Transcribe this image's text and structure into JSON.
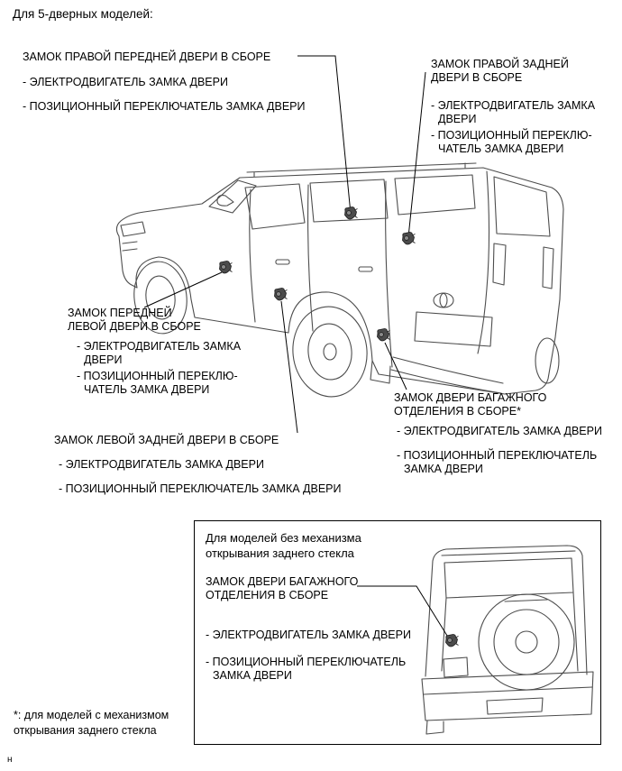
{
  "page": {
    "heading": "Для 5-дверных моделей:",
    "footnote": "*: для моделей с механизмом\nоткрывания заднего стекла",
    "corner_mark": "н"
  },
  "callouts": {
    "front_right_door": {
      "title": "ЗАМОК ПРАВОЙ ПЕРЕДНЕЙ ДВЕРИ В СБОРЕ",
      "items": [
        "- ЭЛЕКТРОДВИГАТЕЛЬ ЗАМКА ДВЕРИ",
        "- ПОЗИЦИОННЫЙ ПЕРЕКЛЮЧАТЕЛЬ ЗАМКА ДВЕРИ"
      ]
    },
    "rear_right_door": {
      "title": "ЗАМОК ПРАВОЙ ЗАДНЕЙ\nДВЕРИ В СБОРЕ",
      "items": [
        "- ЭЛЕКТРОДВИГАТЕЛЬ ЗАМКА\nДВЕРИ",
        "- ПОЗИЦИОННЫЙ ПЕРЕКЛЮ-\nЧАТЕЛЬ ЗАМКА ДВЕРИ"
      ]
    },
    "front_left_door": {
      "title": "ЗАМОК ПЕРЕДНЕЙ\nЛЕВОЙ ДВЕРИ В СБОРЕ",
      "items": [
        "- ЭЛЕКТРОДВИГАТЕЛЬ ЗАМКА\nДВЕРИ",
        "- ПОЗИЦИОННЫЙ ПЕРЕКЛЮ-\nЧАТЕЛЬ ЗАМКА ДВЕРИ"
      ]
    },
    "rear_left_door": {
      "title": "ЗАМОК ЛЕВОЙ ЗАДНЕЙ ДВЕРИ В СБОРЕ",
      "items": [
        "- ЭЛЕКТРОДВИГАТЕЛЬ ЗАМКА ДВЕРИ",
        "- ПОЗИЦИОННЫЙ ПЕРЕКЛЮЧАТЕЛЬ ЗАМКА ДВЕРИ"
      ]
    },
    "luggage_door": {
      "title": "ЗАМОК ДВЕРИ БАГАЖНОГО\nОТДЕЛЕНИЯ В СБОРЕ*",
      "items": [
        "- ЭЛЕКТРОДВИГАТЕЛЬ ЗАМКА ДВЕРИ",
        "- ПОЗИЦИОННЫЙ ПЕРЕКЛЮЧАТЕЛЬ\nЗАМКА ДВЕРИ"
      ]
    }
  },
  "inset": {
    "heading": "Для моделей без механизма\nоткрывания заднего стекла",
    "callout": {
      "title": "ЗАМОК ДВЕРИ БАГАЖНОГО\nОТДЕЛЕНИЯ В СБОРЕ",
      "items": [
        "- ЭЛЕКТРОДВИГАТЕЛЬ ЗАМКА ДВЕРИ",
        "- ПОЗИЦИОННЫЙ ПЕРЕКЛЮЧАТЕЛЬ\nЗАМКА ДВЕРИ"
      ]
    }
  },
  "icons": {
    "door_lock_actuator": "dark filled lock-actuator glyph"
  },
  "colors": {
    "background": "#ffffff",
    "text": "#000000",
    "line_art": "#4d4d4d",
    "leader_lines": "#000000",
    "inset_border": "#000000"
  }
}
